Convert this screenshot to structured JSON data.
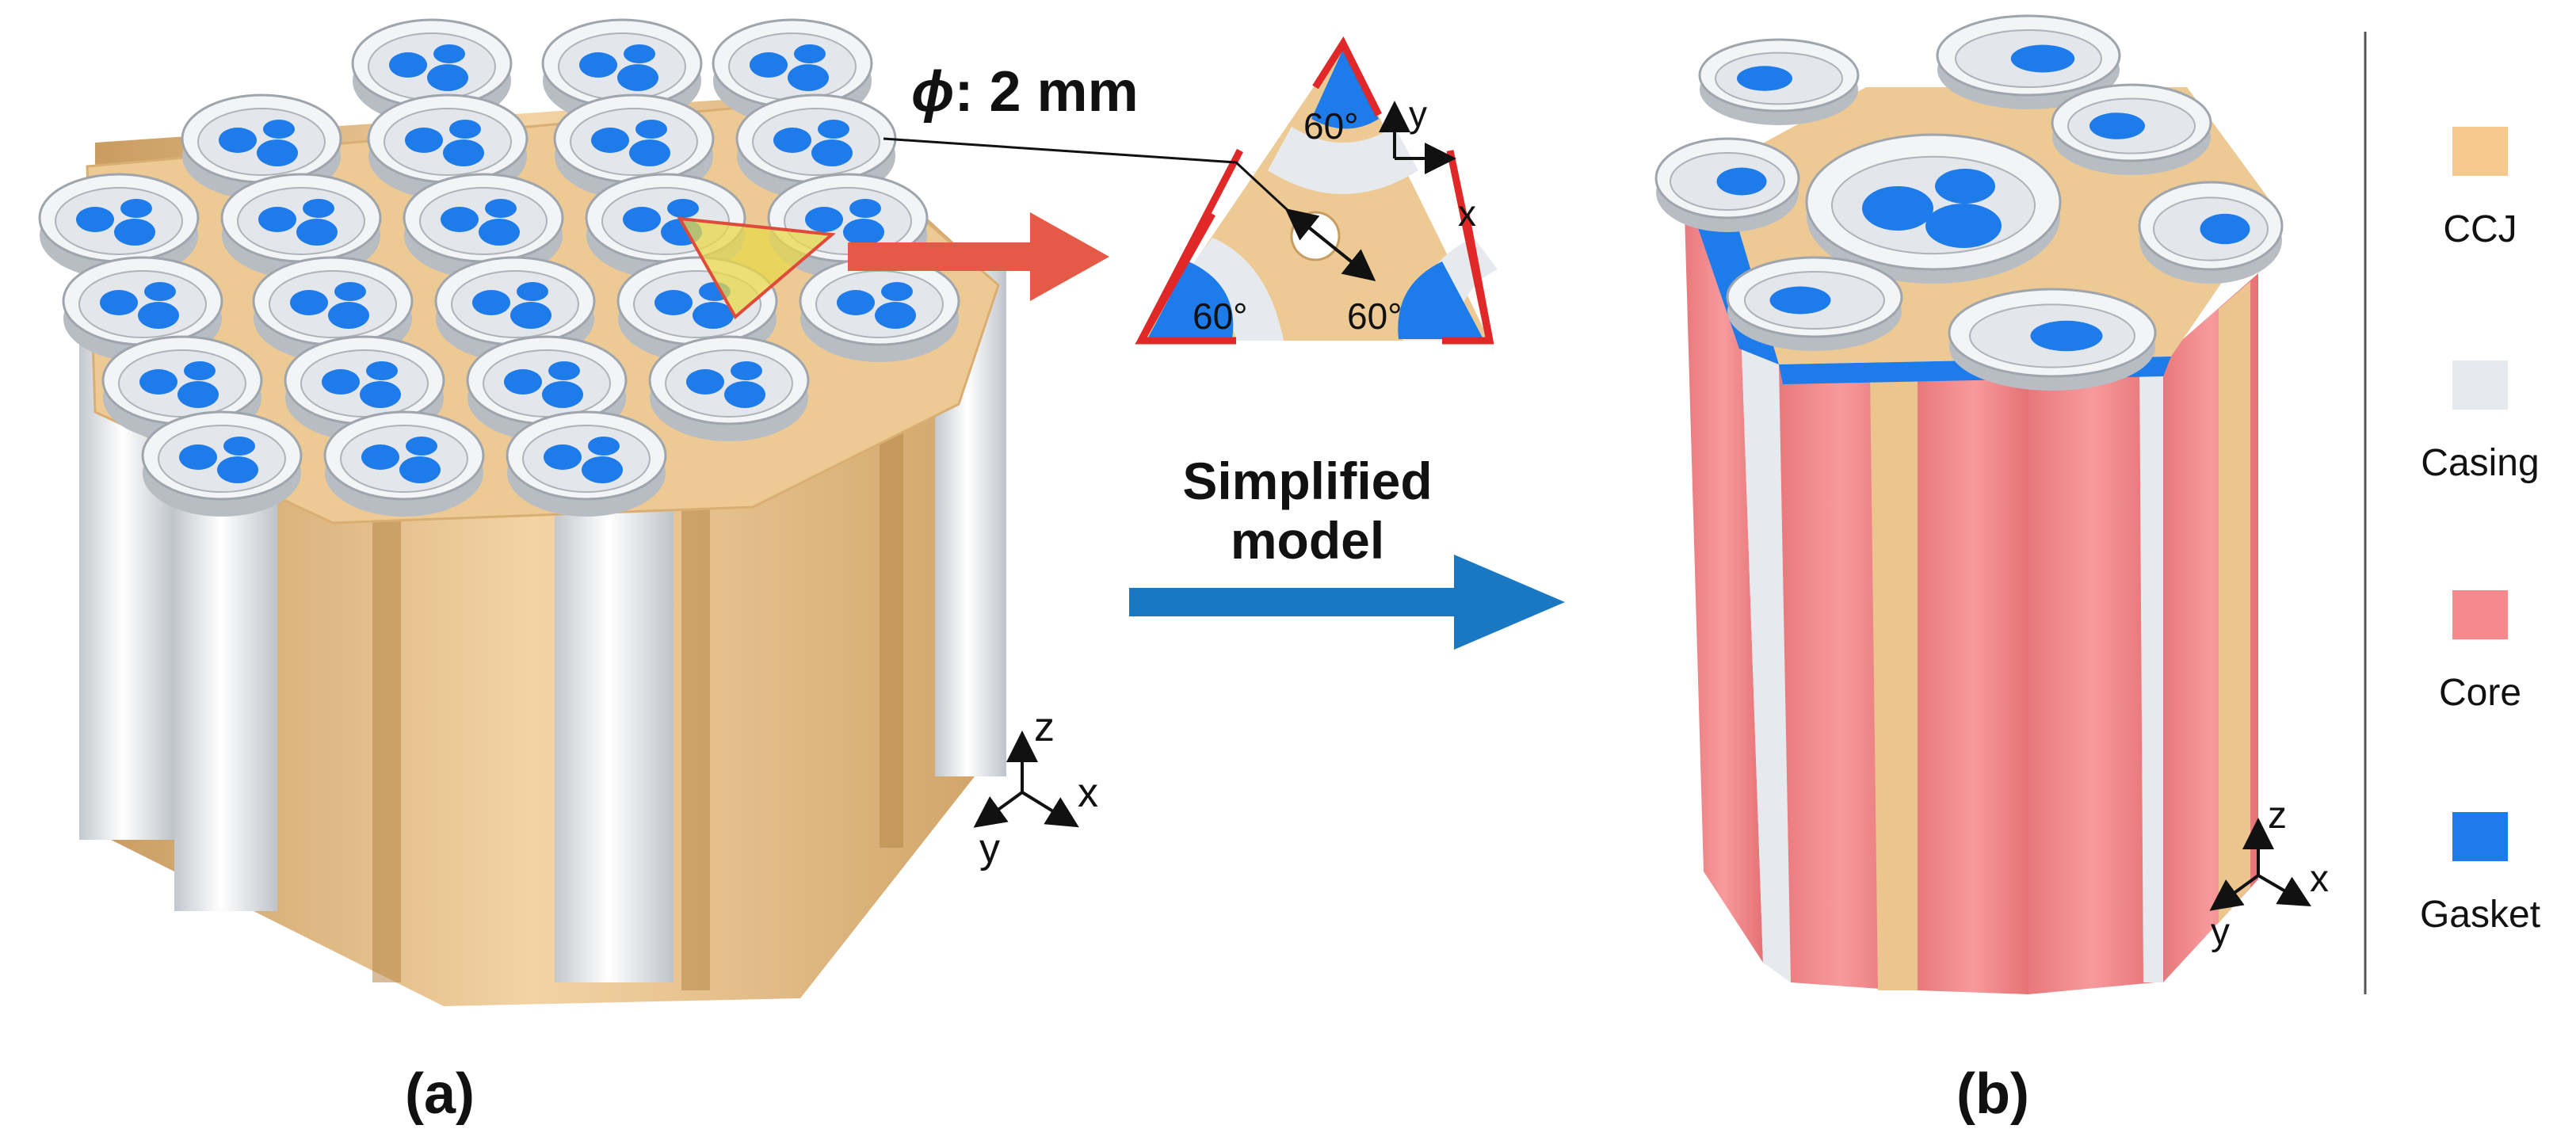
{
  "panel_a": {
    "label": "(a)",
    "axes": {
      "z": "z",
      "x": "x",
      "y": "y"
    }
  },
  "detail": {
    "diameter_symbol": "ϕ",
    "diameter_text": ": 2 mm",
    "angle_top": "60°",
    "angle_left": "60°",
    "angle_right": "60°",
    "axis_y": "y",
    "axis_x": "x"
  },
  "arrow": {
    "line1": "Simplified",
    "line2": "model"
  },
  "panel_b": {
    "label": "(b)",
    "axes": {
      "z": "z",
      "x": "x",
      "y": "y"
    }
  },
  "legend": {
    "items": [
      {
        "name": "CCJ",
        "color": "#F5C98D"
      },
      {
        "name": "Casing",
        "color": "#E6EAEF"
      },
      {
        "name": "Core",
        "color": "#F58A8C"
      },
      {
        "name": "Gasket",
        "color": "#1E7BEA"
      }
    ]
  },
  "colors": {
    "ccj": "#EBC48E",
    "ccj_dark": "#C99C61",
    "casing": "#F2F4F6",
    "casing_dark": "#B8BDC3",
    "core": "#F58A8C",
    "core_dark": "#DF6E72",
    "gasket": "#1E7BEA",
    "red_arrow": "#E45A46",
    "blue_arrow": "#1A78C2",
    "triangle_red": "#E02828"
  }
}
